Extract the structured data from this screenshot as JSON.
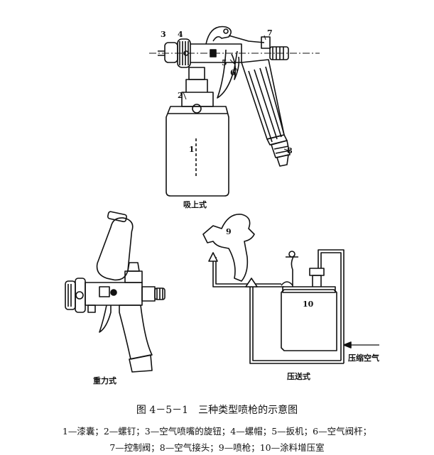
{
  "labels": {
    "suction": "吸上式",
    "gravity": "重力式",
    "pressure": "压送式",
    "compressed_air": "压缩空气"
  },
  "part_numbers": {
    "n1": "1",
    "n2": "2",
    "n3": "3",
    "n4": "4",
    "n5": "5",
    "n6": "6",
    "n7": "7",
    "n8": "8",
    "n9": "9",
    "n10": "10"
  },
  "caption": "图 4－5－1　三种类型喷枪的示意图",
  "legend": {
    "line1": "1—漆囊；2—螺钉；3—空气喷嘴的旋钮；4—螺帽；5—扳机；6—空气阀杆；",
    "line2": "7—控制阀；8—空气接头；9—喷枪；10—涂料增压室"
  }
}
